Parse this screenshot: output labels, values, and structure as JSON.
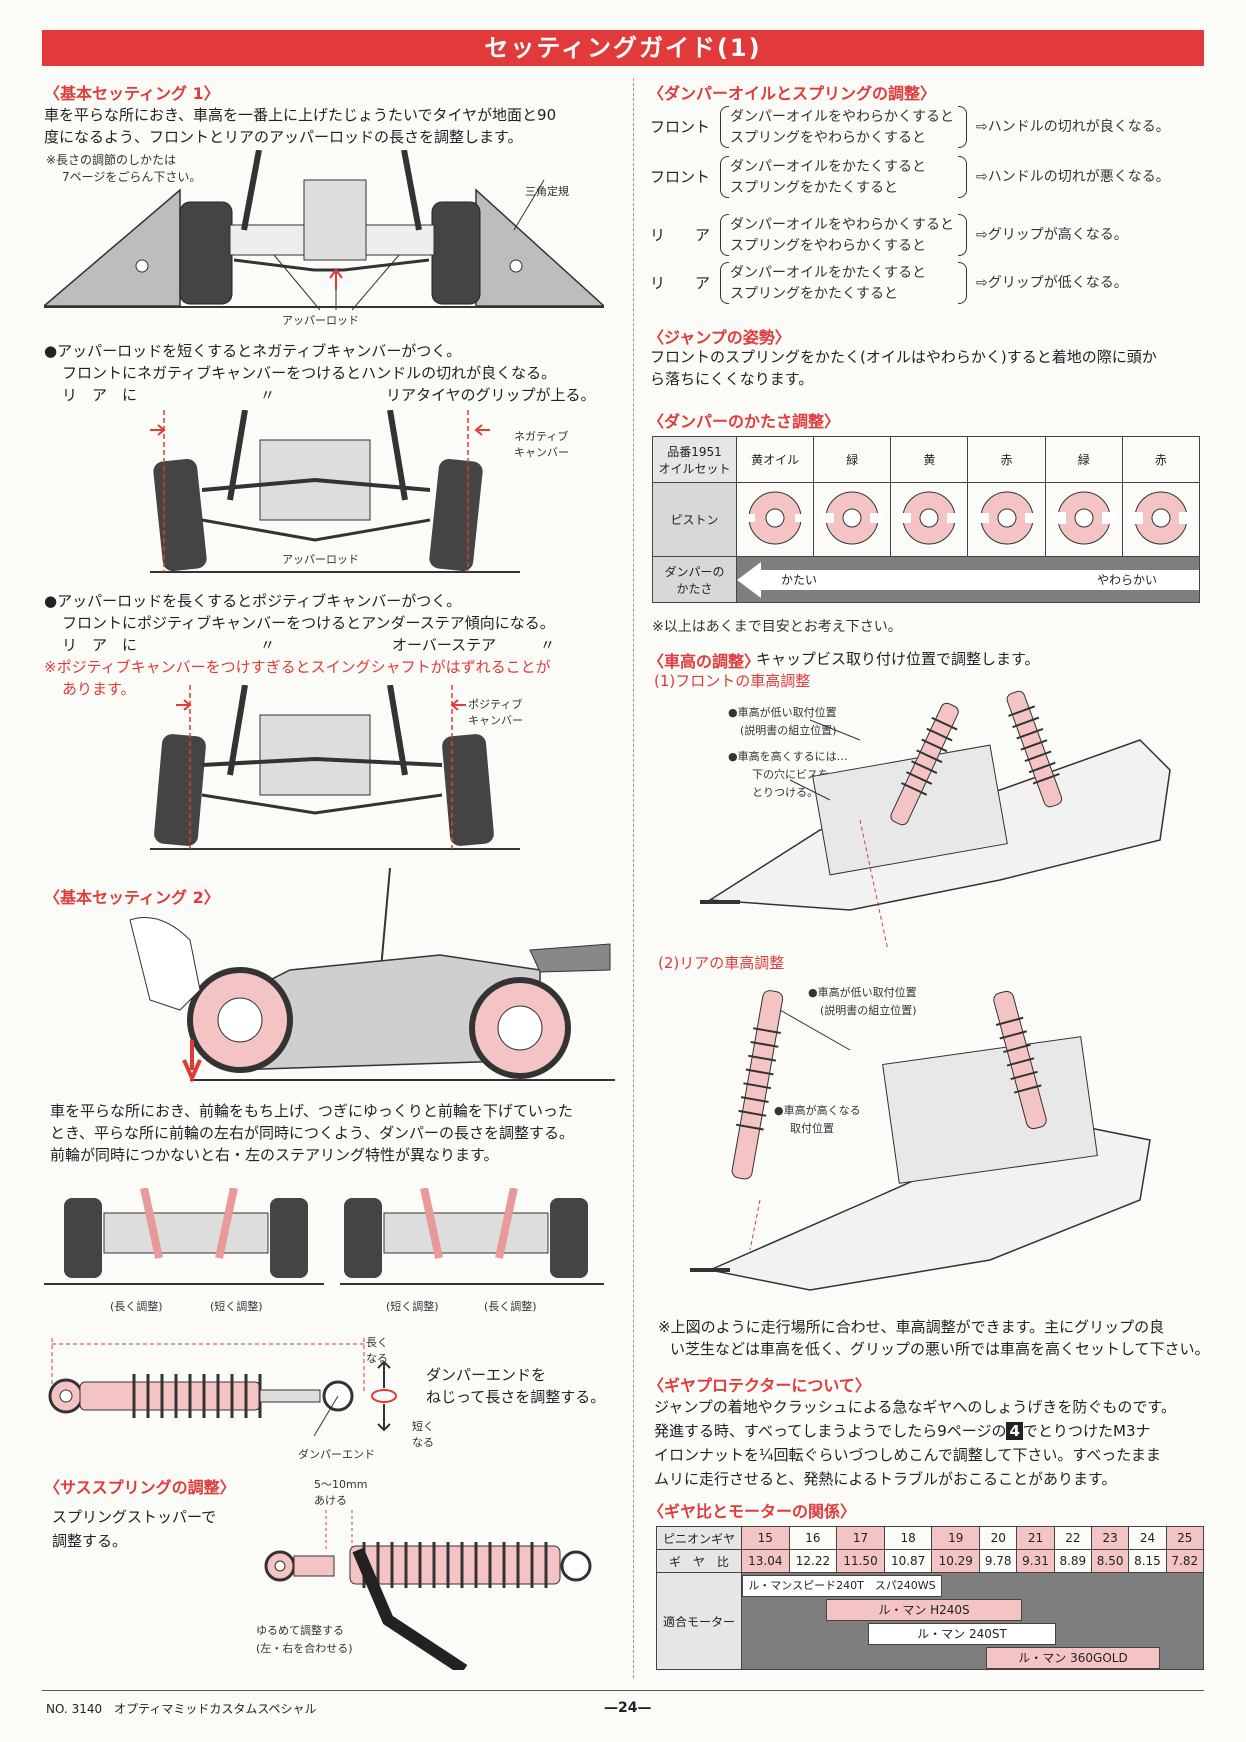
{
  "page": {
    "title": "セッティングガイド(1)",
    "footer_left": "NO. 3140　オプティマミッドカスタムスペシャル",
    "page_number": "—24—"
  },
  "left": {
    "basic1": {
      "heading": "〈基本セッティング 1〉",
      "text1": "車を平らな所におき、車高を一番上に上げたじょうたいでタイヤが地面と90",
      "text2": "度になるよう、フロントとリアのアッパーロッドの長さを調整します。",
      "note1": "※長さの調節のしかたは",
      "note2": "7ページをごらん下さい。",
      "label_triangle": "三角定規",
      "label_upper_rod": "アッパーロッド"
    },
    "camber_neg": {
      "line1": "●アッパーロッドを短くするとネガティブキャンバーがつく。",
      "line2": "フロントにネガティブキャンバーをつけるとハンドルの切れが良くなる。",
      "line3_a": "リ　ア　に",
      "line3_b": "〃",
      "line3_c": "リアタイヤのグリップが上る。",
      "label_neg": "ネガティブ",
      "label_camber": "キャンバー",
      "label_upper_rod": "アッパーロッド"
    },
    "camber_pos": {
      "line1": "●アッパーロッドを長くするとポジティブキャンバーがつく。",
      "line2": "フロントにポジティブキャンバーをつけるとアンダーステア傾向になる。",
      "line3_a": "リ　ア　に",
      "line3_b": "〃",
      "line3_c": "オーバーステア",
      "line3_d": "〃",
      "warn1": "※ポジティブキャンバーをつけすぎるとスイングシャフトがはずれることが",
      "warn2": "あります。",
      "label_pos": "ポジティブ",
      "label_camber": "キャンバー"
    },
    "basic2": {
      "heading": "〈基本セッティング 2〉",
      "text1": "車を平らな所におき、前輪をもち上げ、つぎにゆっくりと前輪を下げていった",
      "text2": "とき、平らな所に前輪の左右が同時につくよう、ダンパーの長さを調整する。",
      "text3": "前輪が同時につかないと右・左のステアリング特性が異なります。",
      "labels": [
        "(長く調整)",
        "(短く調整)",
        "(短く調整)",
        "(長く調整)"
      ]
    },
    "damper_end": {
      "long1": "長く",
      "long2": "なる",
      "short1": "短く",
      "short2": "なる",
      "desc1": "ダンパーエンドを",
      "desc2": "ねじって長さを調整する。",
      "label": "ダンパーエンド"
    },
    "spring": {
      "heading": "〈サススプリングの調整〉",
      "text1": "スプリングストッパーで",
      "text2": "調整する。",
      "gap1": "5〜10mm",
      "gap2": "あける",
      "loosen1": "ゆるめて調整する",
      "loosen2": "(左・右を合わせる)"
    }
  },
  "right": {
    "oil": {
      "heading": "〈ダンパーオイルとスプリングの調整〉",
      "rows": [
        {
          "pos": "フロント",
          "c1": "ダンパーオイルをやわらかくすると",
          "c2": "スプリングをやわらかくすると",
          "result": "⇨ハンドルの切れが良くなる。"
        },
        {
          "pos": "フロント",
          "c1": "ダンパーオイルをかたくすると",
          "c2": "スプリングをかたくすると",
          "result": "⇨ハンドルの切れが悪くなる。"
        },
        {
          "pos": "リ　　ア",
          "c1": "ダンパーオイルをやわらかくすると",
          "c2": "スプリングをやわらかくすると",
          "result": "⇨グリップが高くなる。"
        },
        {
          "pos": "リ　　ア",
          "c1": "ダンパーオイルをかたくすると",
          "c2": "スプリングをかたくすると",
          "result": "⇨グリップが低くなる。"
        }
      ]
    },
    "jump": {
      "heading": "〈ジャンプの姿勢〉",
      "text1": "フロントのスプリングをかたく(オイルはやわらかく)すると着地の際に頭か",
      "text2": "ら落ちにくくなります。"
    },
    "hardness": {
      "heading": "〈ダンパーのかたさ調整〉",
      "row1_head1": "品番1951",
      "row1_head2": "オイルセット",
      "oils": [
        "黄オイル",
        "緑",
        "黄",
        "赤",
        "緑",
        "赤"
      ],
      "row2_head": "ピストン",
      "row3_head1": "ダンパーの",
      "row3_head2": "かたさ",
      "hard": "かたい",
      "soft": "やわらかい",
      "note": "※以上はあくまで目安とお考え下さい。"
    },
    "height": {
      "heading": "〈車高の調整〉",
      "heading_tail": "キャップビス取り付け位置で調整します。",
      "front_title": "(1)フロントの車高調整",
      "f_low1": "●車高が低い取付位置",
      "f_low2": "(説明書の組立位置)",
      "f_high1": "●車高を高くするには…",
      "f_high2": "下の穴にビスを",
      "f_high3": "とりつける。",
      "rear_title": "(2)リアの車高調整",
      "r_low1": "●車高が低い取付位置",
      "r_low2": "(説明書の組立位置)",
      "r_high1": "●車高が高くなる",
      "r_high2": "取付位置",
      "note1": "※上図のように走行場所に合わせ、車高調整ができます。主にグリップの良",
      "note2": "い芝生などは車高を低く、グリップの悪い所では車高を高くセットして下さい。"
    },
    "gear_protector": {
      "heading": "〈ギヤプロテクターについて〉",
      "text1": "ジャンプの着地やクラッシュによる急なギヤへのしょうげきを防ぐものです。",
      "text2": "発進する時、すべってしまうようでしたら9ページの",
      "text2_num": "4",
      "text2_tail": "でとりつけたM3ナ",
      "text3": "イロンナットを¼回転ぐらいづつしめこんで調整して下さい。すべったまま",
      "text4": "ムリに走行させると、発熱によるトラブルがおこることがあります。"
    },
    "gear_ratio": {
      "heading": "〈ギヤ比とモーターの関係〉",
      "pinion_label": "ピニオンギヤ",
      "ratio_label": "ギ　ヤ　比",
      "motor_label": "適合モーター",
      "pinions": [
        "15",
        "16",
        "17",
        "18",
        "19",
        "20",
        "21",
        "22",
        "23",
        "24",
        "25"
      ],
      "ratios": [
        "13.04",
        "12.22",
        "11.50",
        "10.87",
        "10.29",
        "9.78",
        "9.31",
        "8.89",
        "8.50",
        "8.15",
        "7.82"
      ],
      "motors": [
        "ル・マンスピード240T　スパ240WS",
        "ル・マン H240S",
        "ル・マン 240ST",
        "ル・マン 360GOLD"
      ]
    }
  },
  "colors": {
    "accent": "#e23a3a",
    "pink": "#f4c4c4",
    "grey": "#7e7e7e"
  }
}
